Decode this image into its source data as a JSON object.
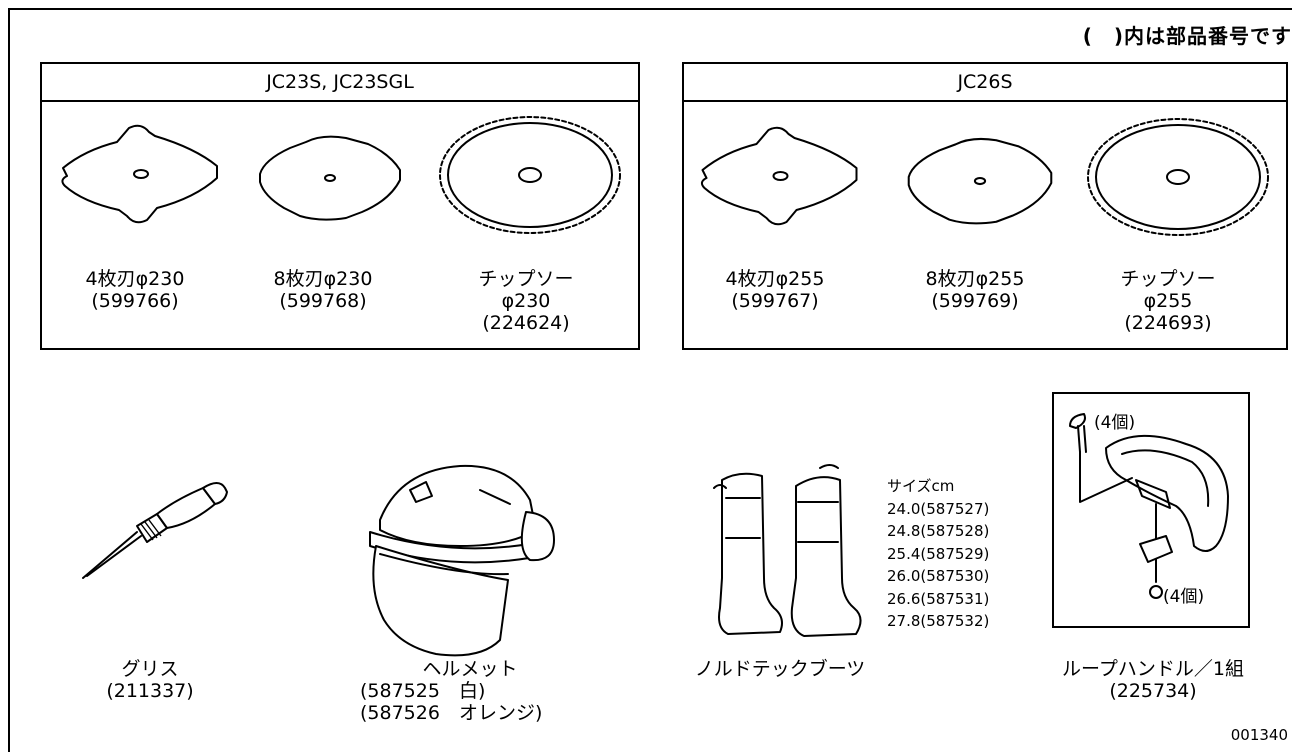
{
  "note": "(　)内は部品番号です",
  "groups": [
    {
      "title": "JC23S, JC23SGL",
      "items": [
        {
          "name": "4枚刃φ230",
          "part": "(599766)"
        },
        {
          "name": "8枚刃φ230",
          "part": "(599768)"
        },
        {
          "name": "チップソー",
          "size": "φ230",
          "part": "(224624)"
        }
      ]
    },
    {
      "title": "JC26S",
      "items": [
        {
          "name": "4枚刃φ255",
          "part": "(599767)"
        },
        {
          "name": "8枚刃φ255",
          "part": "(599769)"
        },
        {
          "name": "チップソー",
          "size": "φ255",
          "part": "(224693)"
        }
      ]
    }
  ],
  "accessories": {
    "grease": {
      "name": "グリス",
      "part": "(211337)"
    },
    "helmet": {
      "name": "ヘルメット",
      "variants": [
        "(587525　白)",
        "(587526　オレンジ)"
      ]
    },
    "boots": {
      "name": "ノルドテックブーツ",
      "size_header": "サイズcm",
      "sizes": [
        "24.0(587527)",
        "24.8(587528)",
        "25.4(587529)",
        "26.0(587530)",
        "26.6(587531)",
        "27.8(587532)"
      ]
    },
    "loop_handle": {
      "name": "ループハンドル／1組",
      "part": "(225734)",
      "bolt_qty": "(4個)",
      "nut_qty": "(4個)"
    }
  },
  "figure_code": "001340"
}
